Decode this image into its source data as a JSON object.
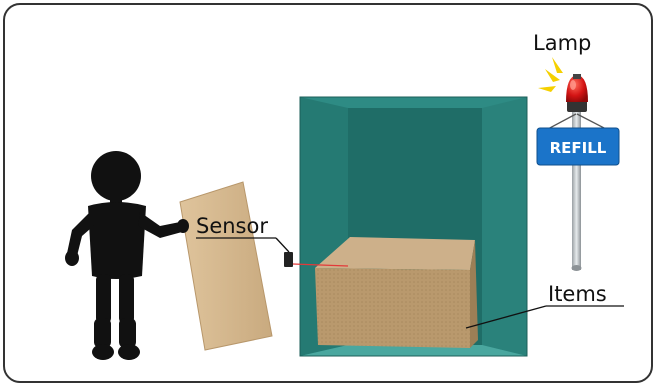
{
  "labels": {
    "lamp": "Lamp",
    "sensor": "Sensor",
    "items": "Items",
    "sign": "REFILL"
  },
  "colors": {
    "frame_border": "#333333",
    "cabinet": "#2e8b84",
    "cabinet_dark": "#1f6a63",
    "door": "#d3b48a",
    "items_box": "#c2a47a",
    "sign": "#1b74c9",
    "lamp_red": "#cc1111",
    "figure": "#111111",
    "beam": "#e23a3a"
  }
}
